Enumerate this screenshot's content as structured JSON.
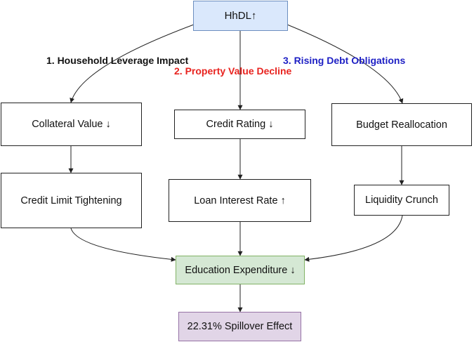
{
  "nodes": {
    "hhdl": "HhDL↑",
    "collateral": "Collateral Value ↓",
    "credit_rating": "Credit Rating ↓",
    "budget": "Budget Reallocation",
    "credit_limit": "Credit Limit Tightening",
    "loan_rate": "Loan Interest Rate ↑",
    "liquidity": "Liquidity Crunch",
    "education": "Education Expenditure ↓",
    "spillover": "22.31% Spillover Effect"
  },
  "paths": {
    "path1": {
      "label": "1. Household Leverage Impact",
      "color": "#111111"
    },
    "path2": {
      "label": "2. Property Value Decline",
      "color": "#e8231f"
    },
    "path3": {
      "label": "3. Rising Debt Obligations",
      "color": "#1d1fc4"
    }
  },
  "colors": {
    "hhdl_fill": "#dae8fc",
    "hhdl_border": "#6c8ebf",
    "education_fill": "#d5e8d4",
    "education_border": "#82b366",
    "spillover_fill": "#e1d5e7",
    "spillover_border": "#9673a6"
  }
}
